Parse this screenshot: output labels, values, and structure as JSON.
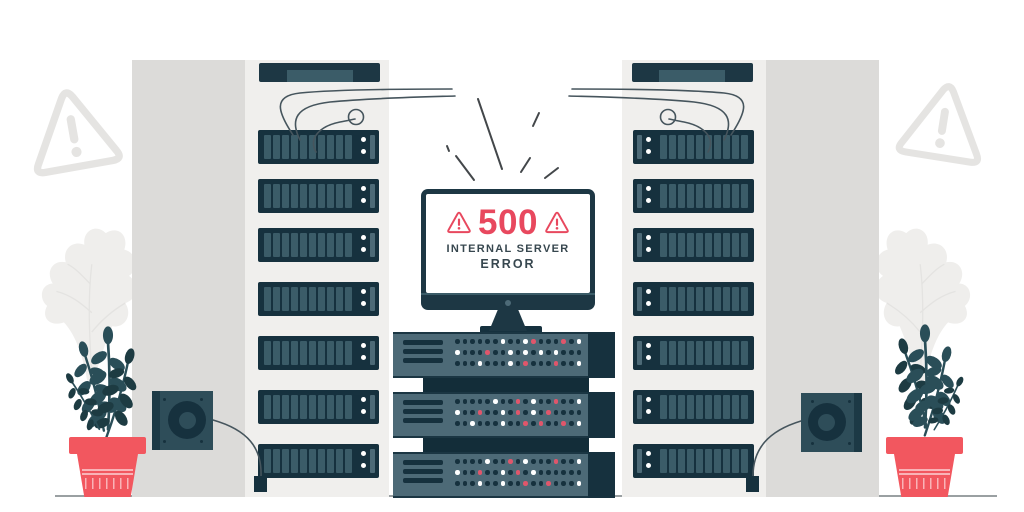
{
  "screen": {
    "code": "500",
    "line1": "INTERNAL SERVER",
    "line2": "ERROR"
  },
  "colors": {
    "dark_navy": "#16313e",
    "navy_frame": "#1d3744",
    "teal_slat": "#3b5c68",
    "slate": "#4d6a77",
    "separator": "#132d39",
    "red_accent": "#e8485e",
    "pot_red": "#f2575f",
    "dot_red": "#e0566b",
    "leaf_dark": "#2a4e58",
    "leaf_darker": "#1d3b42",
    "text_dark": "#37474f",
    "panel_light": "#f0efed",
    "panel_side": "#dcdbd9",
    "gray_decor": "#efeeec",
    "gray_decor_strong": "#e5e4e2",
    "gray_vein": "#e4e3e1",
    "speaker_body": "#2e4d59",
    "speaker_shadow": "#1c3945",
    "cable": "#46555d",
    "burst": "#43474a",
    "ground": "#9aa0a2"
  },
  "racks": {
    "count": 2,
    "unit_count": 7,
    "slats_per_unit": 10,
    "indicator_dots_per_unit": 2
  },
  "center_stack": {
    "unit_count": 3,
    "vent_bars_per_unit": 3,
    "led_rows_per_unit": 3,
    "led_columns": 17,
    "led_legend": {
      "d": "dark",
      "w": "white",
      "r": "red"
    },
    "units": [
      {
        "dot_rows": [
          "ddddddwddwrdddrdw",
          "wdddrddwdwdwdwddd",
          "dddwdddwdrdddrddw"
        ]
      },
      {
        "dot_rows": [
          "dddddwddrdwddrddw",
          "wddrddwdrdwdrdddd",
          "ddwdddwddrdrddrdw"
        ]
      },
      {
        "dot_rows": [
          "ddddwddrdwdddrddw",
          "wddrddwdrdwdddddd",
          "dddwddwddrddrdddw"
        ]
      }
    ]
  },
  "icons": {
    "warning": "warning-triangle-icon",
    "fan": "fan-grill-icon",
    "plant": "potted-plant-icon",
    "leaf": "leaf-icon",
    "cable": "cable-icon"
  }
}
